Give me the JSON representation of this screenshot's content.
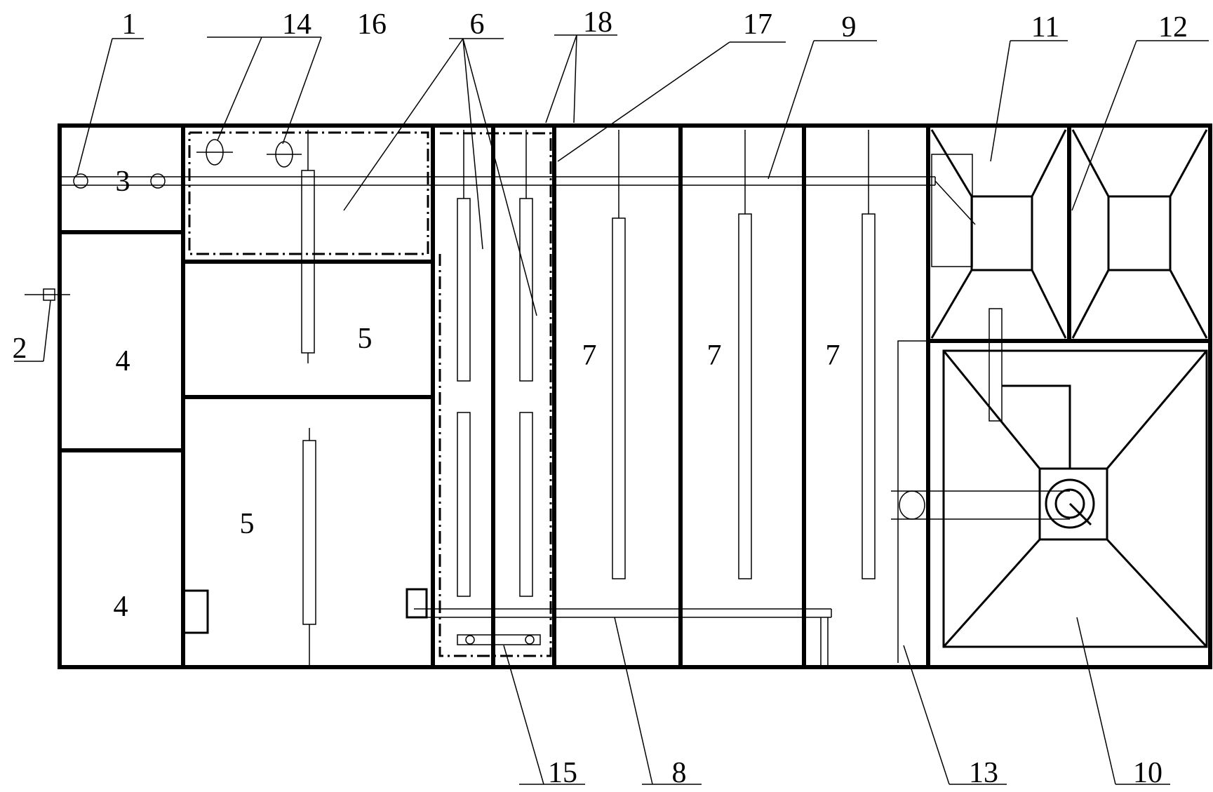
{
  "diagram": {
    "labels": {
      "n1": "1",
      "n2": "2",
      "n3": "3",
      "n4a": "4",
      "n4b": "4",
      "n5a": "5",
      "n5b": "5",
      "n6": "6",
      "n7a": "7",
      "n7b": "7",
      "n7c": "7",
      "n8": "8",
      "n9": "9",
      "n10": "10",
      "n11": "11",
      "n12": "12",
      "n13": "13",
      "n14": "14",
      "n15": "15",
      "n16": "16",
      "n17": "17",
      "n18": "18"
    }
  }
}
